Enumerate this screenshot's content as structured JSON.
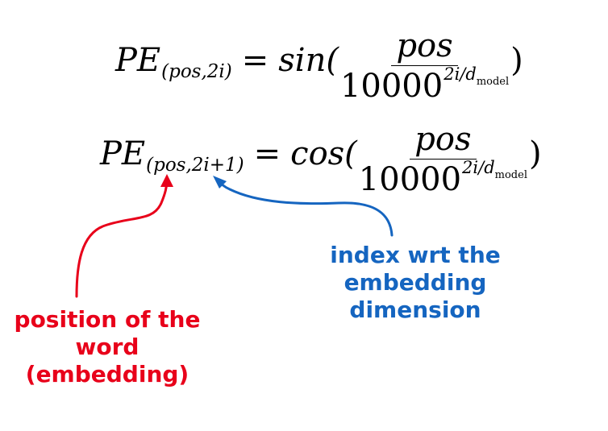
{
  "equations": [
    {
      "lhs_main": "PE",
      "lhs_sub": "(pos,2i)",
      "equals": "=",
      "func": "sin(",
      "numerator": "pos",
      "denominator_base": "10000",
      "denominator_exp": "2i/d",
      "denominator_exp_sub": "model",
      "close": ")"
    },
    {
      "lhs_main": "PE",
      "lhs_sub": "(pos,2i+1)",
      "equals": "=",
      "func": "cos(",
      "numerator": "pos",
      "denominator_base": "10000",
      "denominator_exp": "2i/d",
      "denominator_exp_sub": "model",
      "close": ")"
    }
  ],
  "annotations": {
    "position": {
      "lines": [
        "position of the",
        "word",
        "(embedding)"
      ],
      "color": "#e8001a"
    },
    "index": {
      "lines": [
        "index wrt the",
        "embedding",
        "dimension"
      ],
      "color": "#1565c0"
    }
  }
}
